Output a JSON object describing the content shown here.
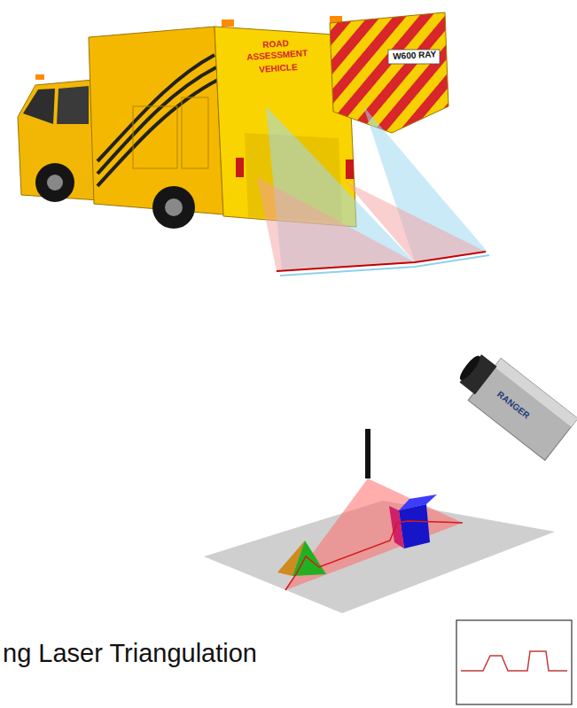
{
  "diagram": {
    "caption": "ng Laser Triangulation",
    "labels": [
      "ROAD",
      "ASSESSMENT",
      "VEHICLE",
      "W600 RAY",
      "RANGER"
    ]
  }
}
